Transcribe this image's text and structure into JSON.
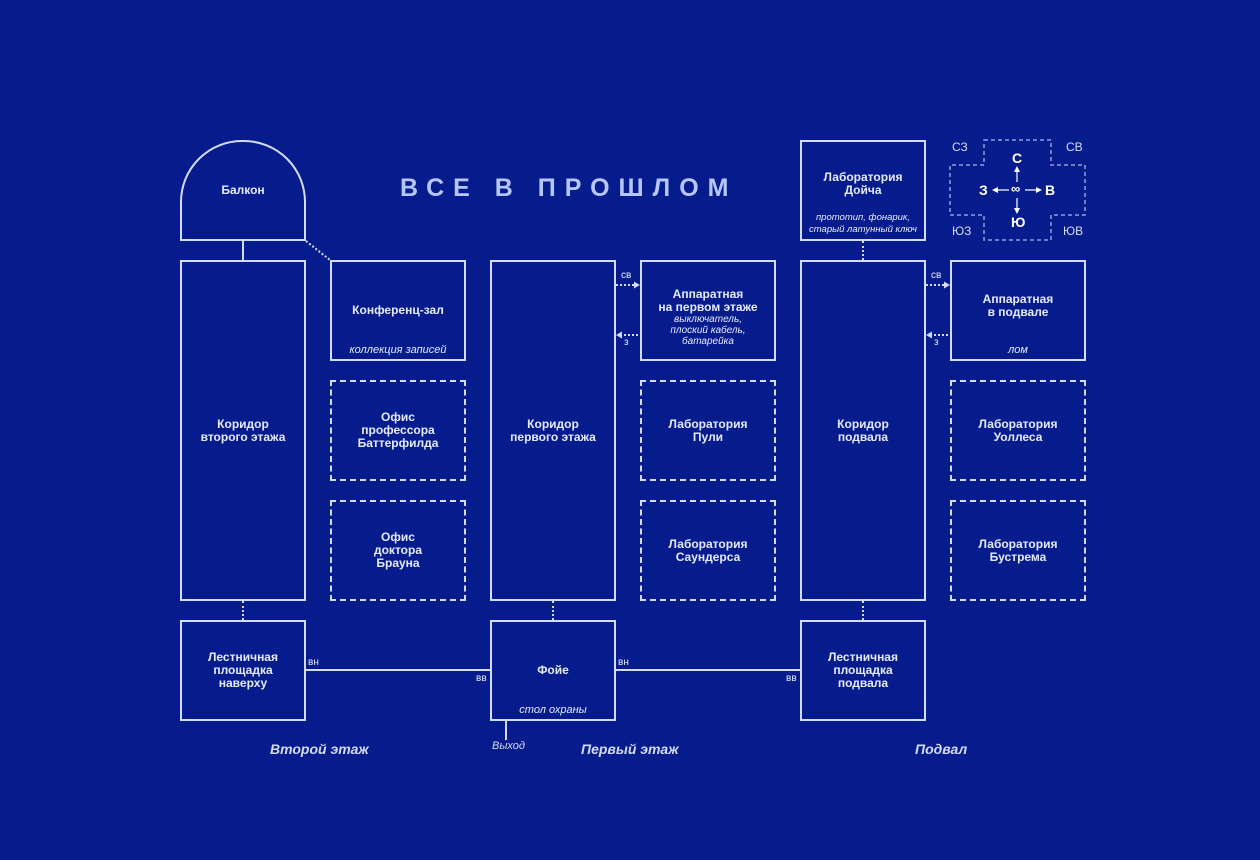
{
  "title": "ВСЕ В ПРОШЛОМ",
  "rooms": {
    "balcony": {
      "name": "Балкон"
    },
    "conference": {
      "name": "Конференц-зал",
      "items": "коллекция записей"
    },
    "butterfield": {
      "name": "Офис\nпрофессора\nБаттерфилда"
    },
    "brown": {
      "name": "Офис\nдоктора\nБрауна"
    },
    "corridor2": {
      "name": "Коридор\nвторого этажа"
    },
    "stairs_top": {
      "name": "Лестничная\nплощадка\nнаверху"
    },
    "corridor1": {
      "name": "Коридор\nпервого этажа"
    },
    "server1": {
      "name": "Аппаратная\nна первом этаже",
      "items": "выключатель,\nплоский кабель,\nбатарейка"
    },
    "pulley": {
      "name": "Лаборатория\nПули"
    },
    "saunders": {
      "name": "Лаборатория\nСаундерса"
    },
    "foyer": {
      "name": "Фойе",
      "items": "стол охраны"
    },
    "deutsch": {
      "name": "Лаборатория\nДойча",
      "items": "прототип, фонарик,\nстарый латунный ключ"
    },
    "corridor0": {
      "name": "Коридор\nподвала"
    },
    "server0": {
      "name": "Аппаратная\nв подвале",
      "items": "лом"
    },
    "wallace": {
      "name": "Лаборатория\nУоллеса"
    },
    "bustrem": {
      "name": "Лаборатория\nБустрема"
    },
    "stairs_base": {
      "name": "Лестничная\nплощадка\nподвала"
    }
  },
  "floors": {
    "second": "Второй этаж",
    "first": "Первый этаж",
    "basement": "Подвал"
  },
  "exit_label": "Выход",
  "connection_labels": {
    "down_left": "вн",
    "up_right": "вв",
    "down_mid": "вн",
    "up_mid": "вв",
    "ne1": "св",
    "w1": "з",
    "ne0": "св",
    "w0": "з"
  },
  "compass": {
    "n": "С",
    "s": "Ю",
    "w": "З",
    "e": "В",
    "nw": "СЗ",
    "ne": "СВ",
    "sw": "ЮЗ",
    "se": "ЮВ",
    "center": "∞"
  }
}
